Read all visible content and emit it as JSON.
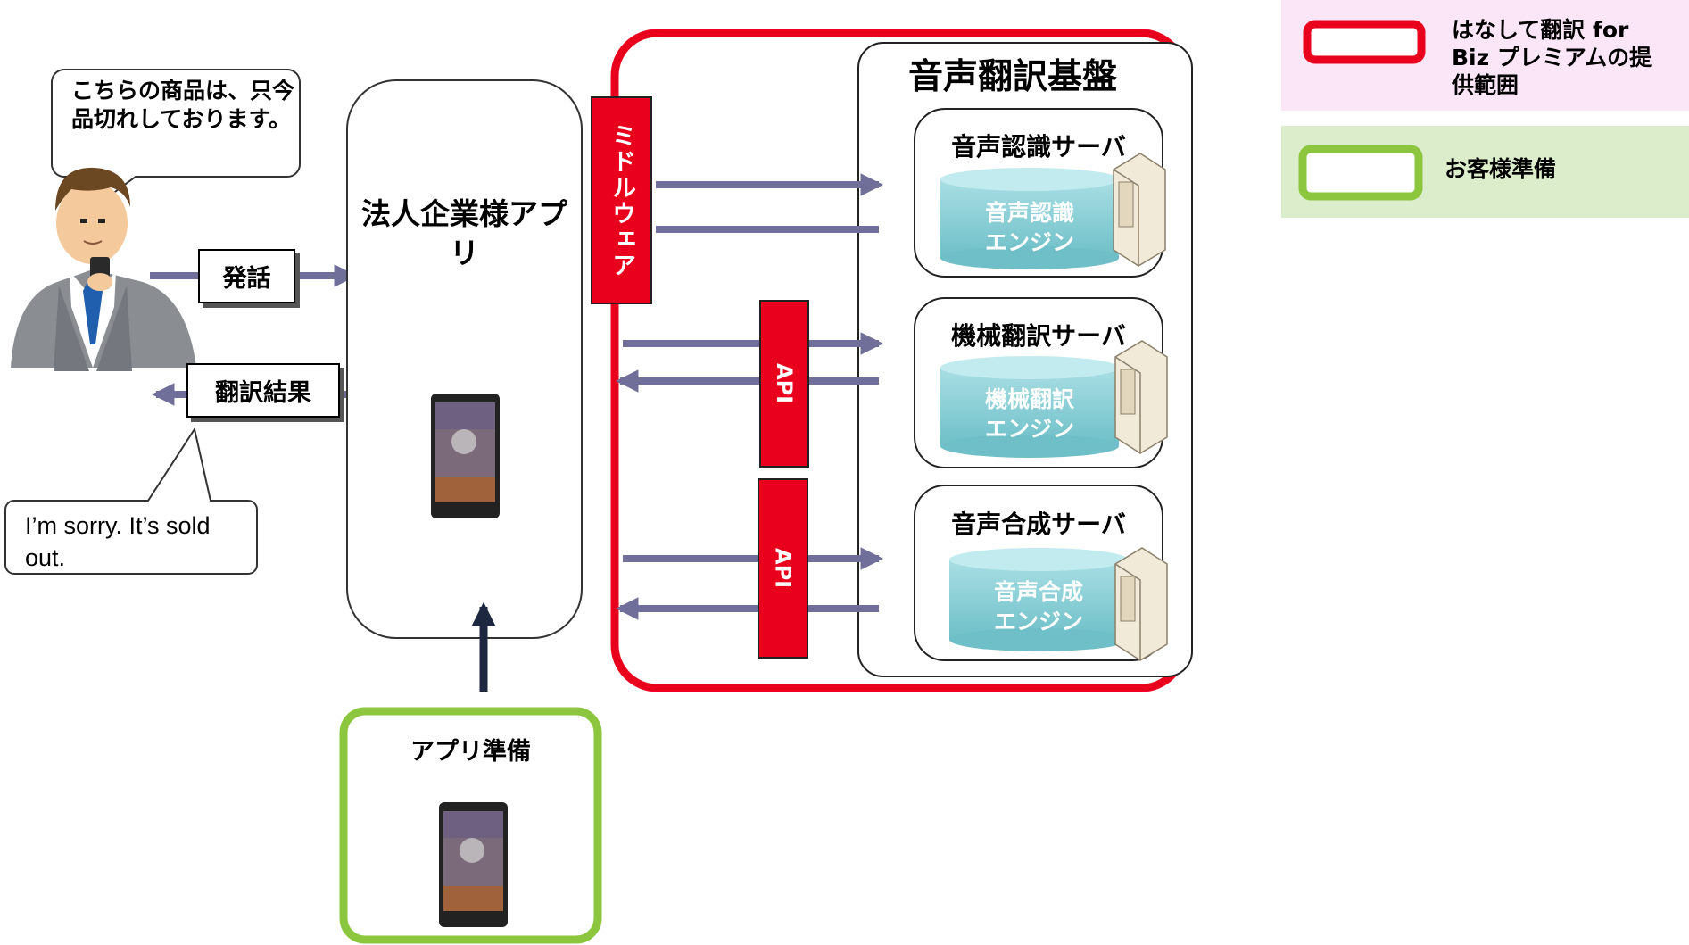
{
  "customer": {
    "speech_bubble": "こちらの商品は、只今品切れしております。",
    "result_bubble": "I’m sorry. It’s sold out."
  },
  "flows": {
    "utterance_label": "発話",
    "result_label": "翻訳結果"
  },
  "app": {
    "title": "法人企業様アプリ",
    "prep_title": "アプリ準備"
  },
  "middleware": {
    "label": "ミドルウェア"
  },
  "api_labels": [
    "API",
    "API"
  ],
  "platform": {
    "title": "音声翻訳基盤",
    "servers": [
      {
        "name": "音声認識サーバ",
        "engine": "音声認識エンジン"
      },
      {
        "name": "機械翻訳サーバ",
        "engine": "機械翻訳エンジン"
      },
      {
        "name": "音声合成サーバ",
        "engine": "音声合成エンジン"
      }
    ]
  },
  "legend": [
    {
      "label": "はなして翻訳 for Biz プレミアムの提供範囲",
      "color": "#e8001c",
      "bg": "#fbe6f7"
    },
    {
      "label": "お客様準備",
      "color": "#8cc63f",
      "bg": "#dcedcb"
    }
  ],
  "colors": {
    "red": "#e8001c",
    "green": "#8cc63f",
    "cylinder": "#7cc7cf",
    "arrow": "#6f6f9a"
  }
}
